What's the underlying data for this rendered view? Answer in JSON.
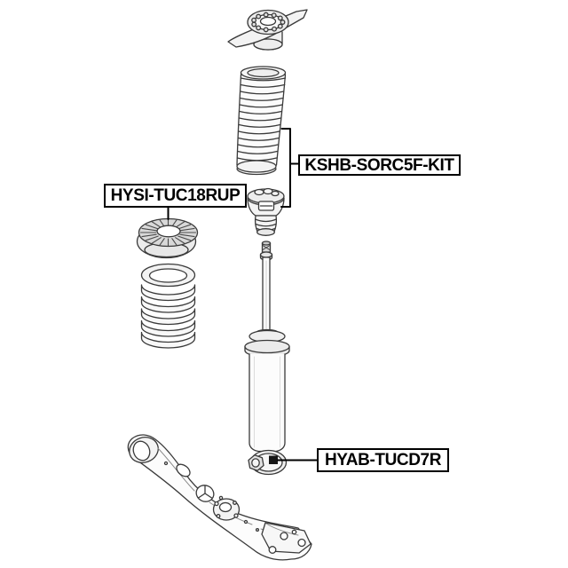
{
  "diagram": {
    "title": "rear suspension exploded parts diagram",
    "background_color": "#ffffff",
    "line_color": "#3a3a3a",
    "label_border_color": "#000000",
    "label_text_color": "#000000",
    "labels": {
      "kshb": "KSHB-SORC5F-KIT",
      "hysi": "HYSI-TUC18RUP",
      "hyab": "HYAB-TUCD7R"
    },
    "parts": [
      "strut-top-mount",
      "shock-dust-boot",
      "bump-stop",
      "spring-seat-insulator",
      "coil-spring",
      "shock-absorber",
      "shock-lower-bushing",
      "rear-lower-control-arm"
    ]
  }
}
